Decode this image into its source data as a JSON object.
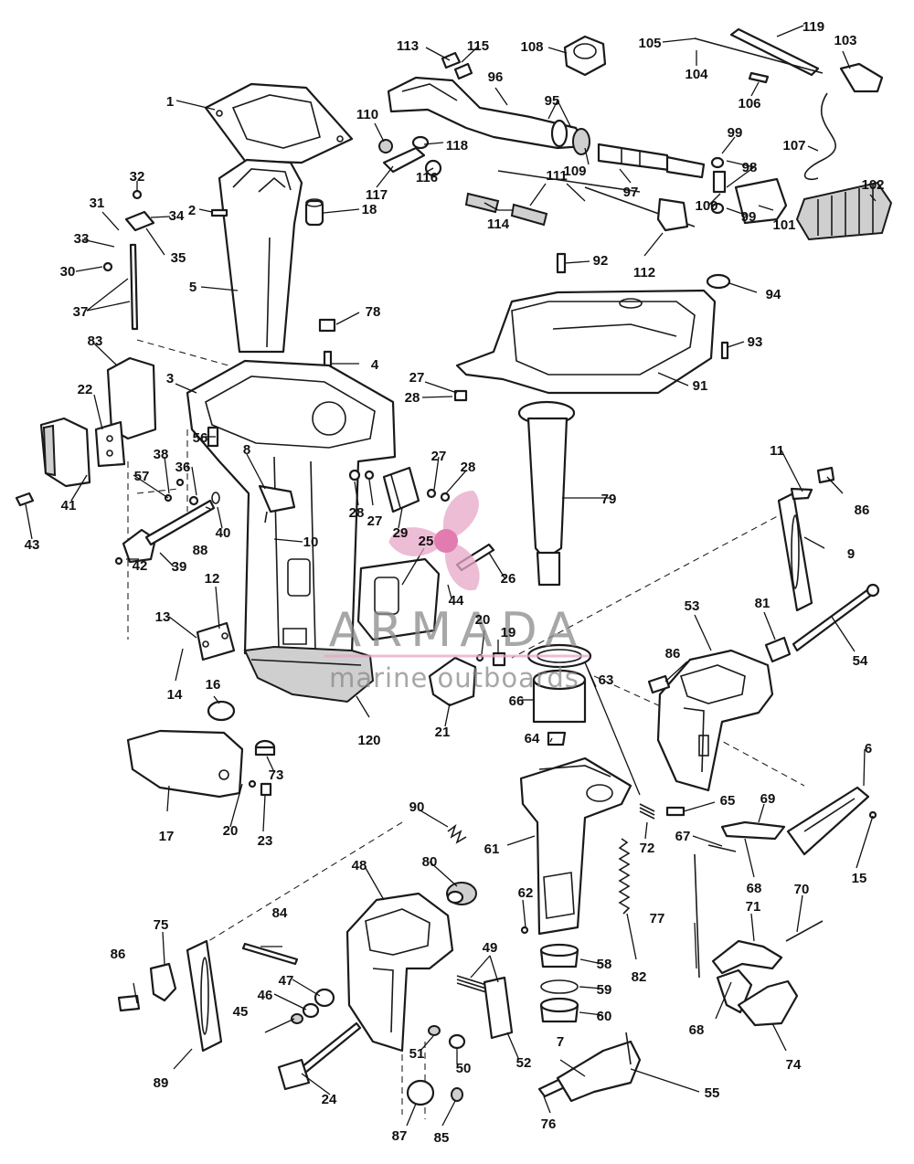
{
  "watermark": {
    "brand": "ARMADA",
    "tagline": "marine outboards",
    "logo_color": "#e8a6c8",
    "logo_center_color": "#d94f96",
    "text_color": "#8a8a8a"
  },
  "callouts": [
    "1",
    "2",
    "3",
    "4",
    "5",
    "6",
    "7",
    "8",
    "9",
    "10",
    "11",
    "12",
    "13",
    "14",
    "15",
    "16",
    "17",
    "18",
    "19",
    "20",
    "20",
    "20",
    "21",
    "22",
    "23",
    "24",
    "25",
    "26",
    "27",
    "27",
    "27",
    "28",
    "28",
    "28",
    "29",
    "30",
    "31",
    "32",
    "33",
    "34",
    "35",
    "36",
    "37",
    "38",
    "39",
    "40",
    "41",
    "42",
    "43",
    "44",
    "45",
    "46",
    "47",
    "48",
    "49",
    "50",
    "51",
    "52",
    "53",
    "54",
    "55",
    "56",
    "57",
    "58",
    "59",
    "60",
    "61",
    "62",
    "63",
    "64",
    "65",
    "66",
    "67",
    "68",
    "68",
    "69",
    "70",
    "71",
    "72",
    "73",
    "74",
    "75",
    "76",
    "77",
    "78",
    "79",
    "80",
    "81",
    "82",
    "83",
    "84",
    "85",
    "86",
    "86",
    "86",
    "86",
    "87",
    "88",
    "89",
    "90",
    "91",
    "92",
    "93",
    "94",
    "95",
    "96",
    "97",
    "98",
    "99",
    "99",
    "100",
    "101",
    "102",
    "103",
    "104",
    "105",
    "106",
    "107",
    "108",
    "109",
    "110",
    "111",
    "112",
    "113",
    "114",
    "115",
    "116",
    "117",
    "118",
    "119",
    "120"
  ]
}
